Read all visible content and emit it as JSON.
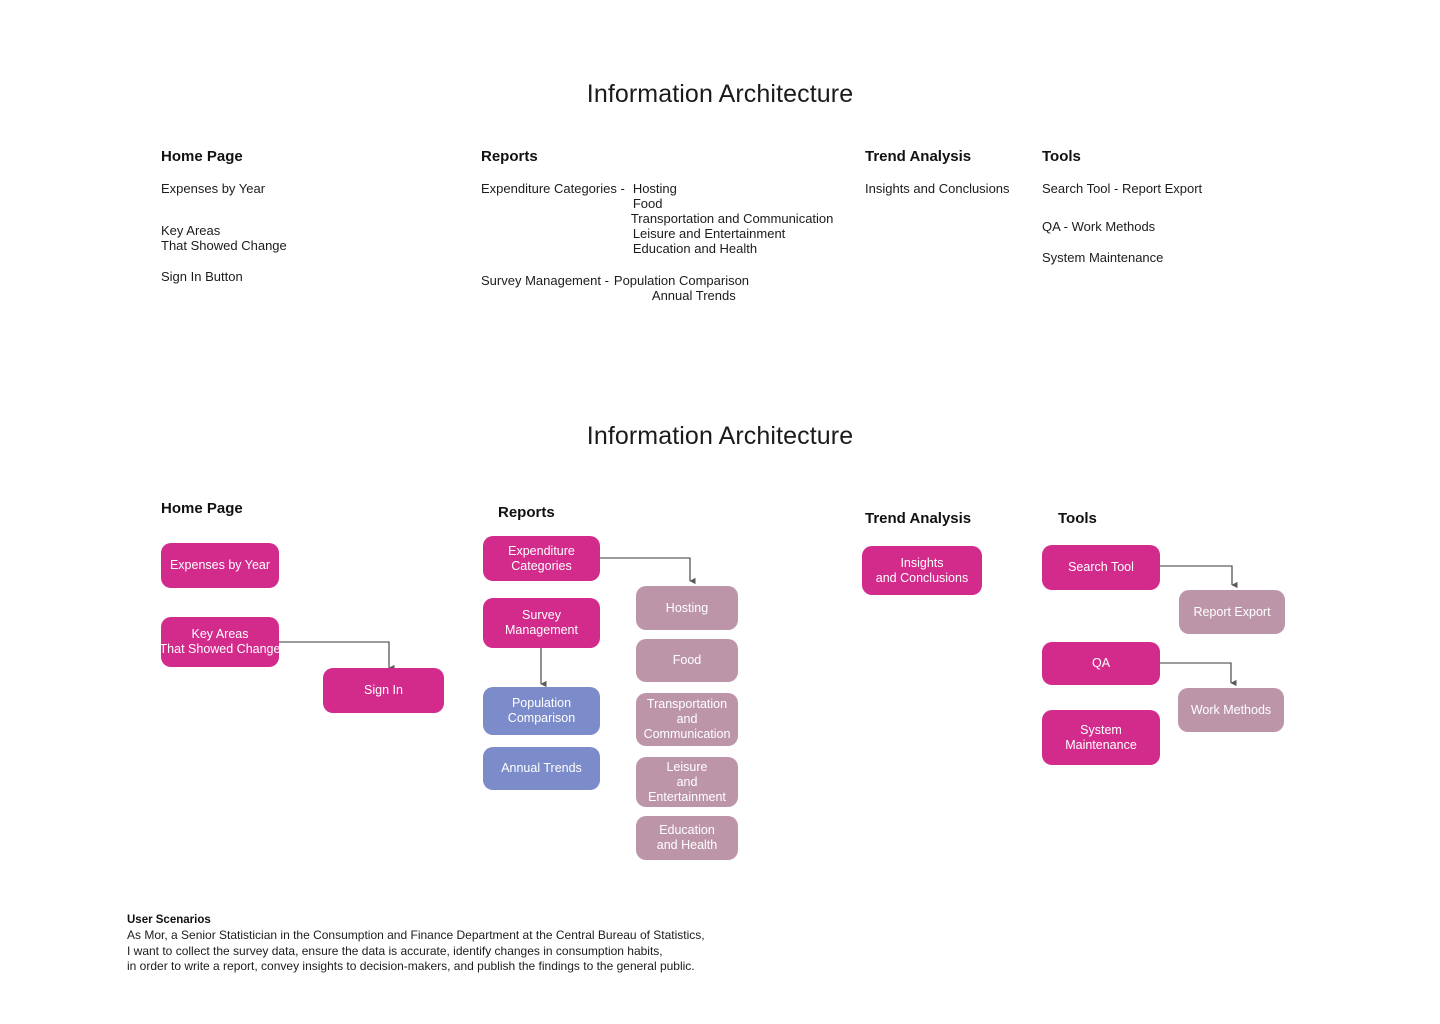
{
  "titles": {
    "top": "Information Architecture",
    "bottom": "Information Architecture"
  },
  "outline": {
    "home": {
      "heading": "Home Page",
      "items": [
        "Expenses by Year",
        "Key Areas",
        "That Showed Change",
        "Sign In Button"
      ]
    },
    "reports": {
      "heading": "Reports",
      "group1_label": "Expenditure Categories -",
      "group1_items": [
        "Hosting",
        "Food",
        "Transportation and Communication",
        "Leisure and Entertainment",
        "Education and Health"
      ],
      "group2_label": "Survey Management -",
      "group2_items": [
        "Population Comparison",
        "Annual Trends"
      ]
    },
    "trend": {
      "heading": "Trend Analysis",
      "items": [
        "Insights and Conclusions"
      ]
    },
    "tools": {
      "heading": "Tools",
      "items": [
        "Search Tool - Report Export",
        "QA -  Work Methods",
        "System Maintenance"
      ]
    }
  },
  "diagram": {
    "headings": {
      "home": "Home Page",
      "reports": "Reports",
      "trend": "Trend Analysis",
      "tools": "Tools"
    },
    "nodes": {
      "expenses_by_year": "Expenses by Year",
      "key_areas_l1": "Key Areas",
      "key_areas_l2": "That Showed Change",
      "sign_in": "Sign In",
      "expenditure_l1": "Expenditure",
      "expenditure_l2": "Categories",
      "survey_l1": "Survey",
      "survey_l2": "Management",
      "population_l1": "Population",
      "population_l2": "Comparison",
      "annual_trends": "Annual Trends",
      "hosting": "Hosting",
      "food": "Food",
      "transport_l1": "Transportation",
      "transport_l2": "and",
      "transport_l3": "Communication",
      "leisure_l1": "Leisure",
      "leisure_l2": "and",
      "leisure_l3": "Entertainment",
      "education_l1": "Education",
      "education_l2": "and Health",
      "insights_l1": "Insights",
      "insights_l2": "and Conclusions",
      "search_tool": "Search Tool",
      "report_export": "Report Export",
      "qa": "QA",
      "work_methods": "Work Methods",
      "system_l1": "System",
      "system_l2": "Maintenance"
    },
    "colors": {
      "primary_pink": "#D32B8C",
      "secondary_mauve": "#BC96A8",
      "tertiary_blue": "#7C8CCB",
      "connector": "#3a3a3a"
    }
  },
  "scenario": {
    "title": "User Scenarios",
    "line1": "As Mor, a Senior Statistician in the Consumption and Finance Department at the Central Bureau of Statistics,",
    "line2": "I want to collect the survey data, ensure the data is accurate, identify changes in consumption habits,",
    "line3": "in order to write a report, convey insights to decision-makers, and publish the findings to the general public."
  }
}
